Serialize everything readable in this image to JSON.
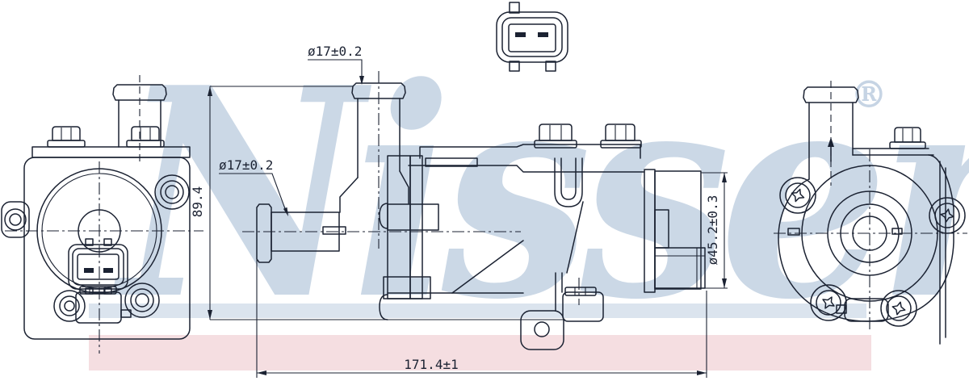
{
  "watermark": {
    "brand": "Nissens",
    "registered_mark": "®",
    "letter_color": "#cbd8e6",
    "underline_band_color": "#dbe4ee",
    "accent_bar_color": "#f5dee1"
  },
  "drawing": {
    "line_color": "#1b2232",
    "background_color": "#ffffff"
  },
  "dimensions": {
    "top_hose_outer_diameter": "ø17±0.2",
    "inlet_hose_outer_diameter": "ø17±0.2",
    "overall_height": "89.4",
    "motor_housing_diameter": "ø45.2±0.3",
    "overall_length": "171.4±1"
  }
}
